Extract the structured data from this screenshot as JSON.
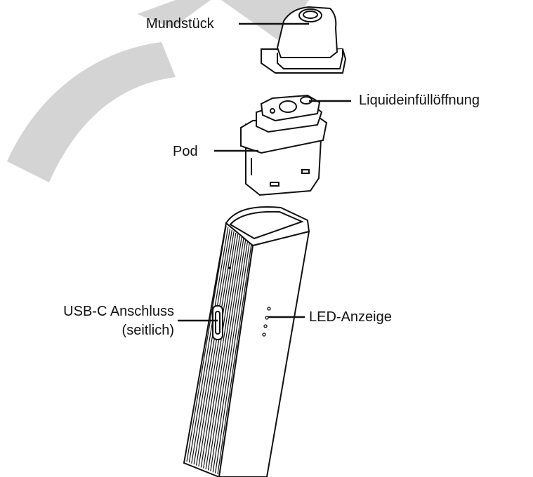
{
  "labels": {
    "mouthpiece": "Mundstück",
    "fill_opening": "Liquideinfüllöffnung",
    "pod": "Pod",
    "usb_line1": "USB-C Anschluss",
    "usb_line2": "(seitlich)",
    "led": "LED-Anzeige"
  },
  "colors": {
    "line": "#111111",
    "watermark": "#d4d4d4",
    "fill": "#ffffff"
  }
}
